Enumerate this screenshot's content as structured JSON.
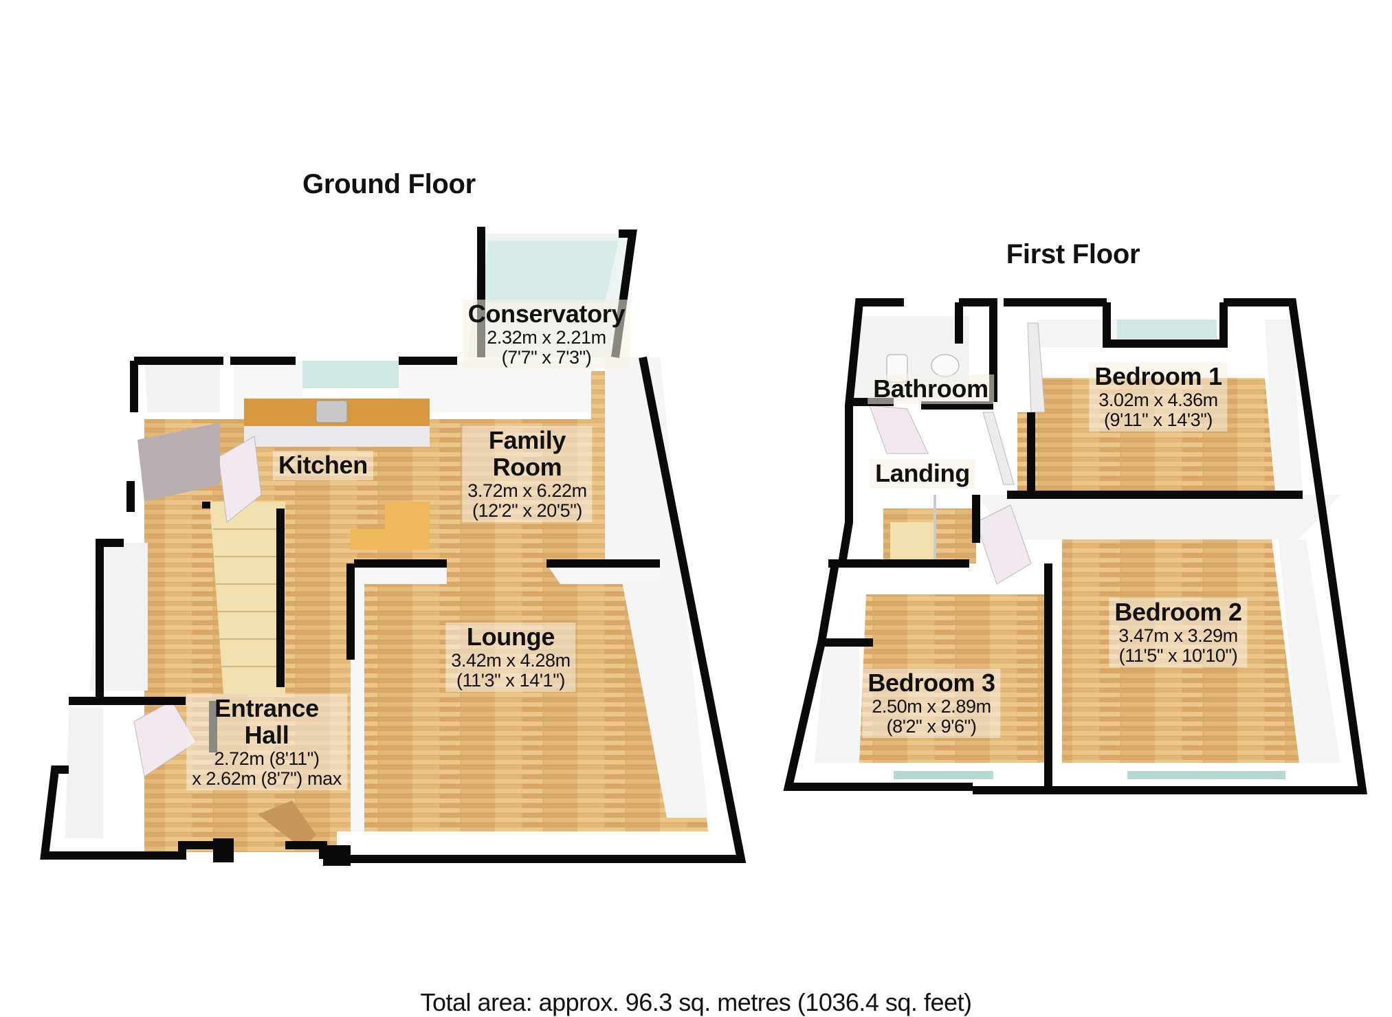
{
  "floors": {
    "ground": {
      "title": "Ground Floor",
      "rooms": {
        "conservatory": {
          "name": "Conservatory",
          "metric": "2.32m x 2.21m",
          "imperial": "(7'7\" x 7'3\")"
        },
        "kitchen": {
          "name": "Kitchen"
        },
        "family_room": {
          "name_line1": "Family",
          "name_line2": "Room",
          "metric": "3.72m x 6.22m",
          "imperial": "(12'2\" x 20'5\")"
        },
        "lounge": {
          "name": "Lounge",
          "metric": "3.42m x 4.28m",
          "imperial": "(11'3\" x 14'1\")"
        },
        "entrance_hall": {
          "name_line1": "Entrance",
          "name_line2": "Hall",
          "dim_line1": "2.72m (8'11\")",
          "dim_line2": "x 2.62m (8'7\") max"
        }
      }
    },
    "first": {
      "title": "First Floor",
      "rooms": {
        "bathroom": {
          "name": "Bathroom"
        },
        "landing": {
          "name": "Landing"
        },
        "bedroom1": {
          "name": "Bedroom 1",
          "metric": "3.02m x 4.36m",
          "imperial": "(9'11\" x 14'3\")"
        },
        "bedroom2": {
          "name": "Bedroom 2",
          "metric": "3.47m x 3.29m",
          "imperial": "(11'5\" x 10'10\")"
        },
        "bedroom3": {
          "name": "Bedroom 3",
          "metric": "2.50m x 2.89m",
          "imperial": "(8'2\" x 9'6\")"
        }
      }
    }
  },
  "footer": {
    "total_area": "Total area: approx. 96.3 sq. metres (1036.4 sq. feet)"
  },
  "colors": {
    "wall": "#0a0a0a",
    "floor_wood": "#e2b778",
    "wall_face": "#f4f4f4",
    "glass": "#cfe9e6",
    "worktop": "#d9973f",
    "stairs": "#eedfae"
  }
}
